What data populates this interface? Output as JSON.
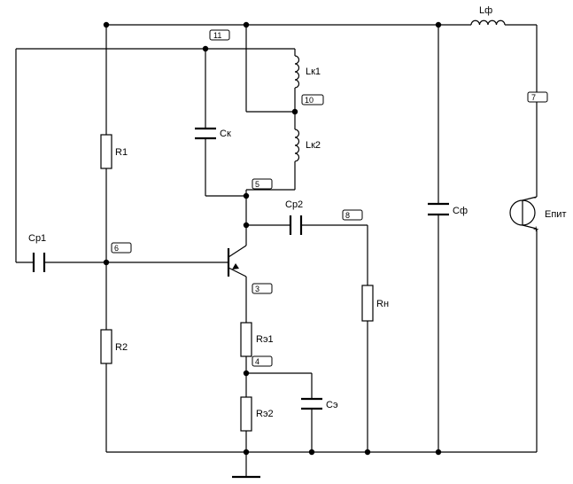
{
  "components": {
    "r1": "R1",
    "r2": "R2",
    "rz1": "Rэ1",
    "rz2": "Rэ2",
    "rn": "Rн",
    "cp1": "Cp1",
    "cp2": "Cp2",
    "ck": "Cк",
    "cz": "Cэ",
    "cf": "Cф",
    "lk1": "Lк1",
    "lk2": "Lк2",
    "lf": "Lф",
    "epit": "Eпит"
  },
  "nodes": {
    "n3": "3",
    "n4": "4",
    "n5": "5",
    "n6": "6",
    "n7": "7",
    "n8": "8",
    "n10": "10",
    "n11": "11"
  },
  "source_polarity": {
    "minus": "-",
    "plus": "+"
  }
}
